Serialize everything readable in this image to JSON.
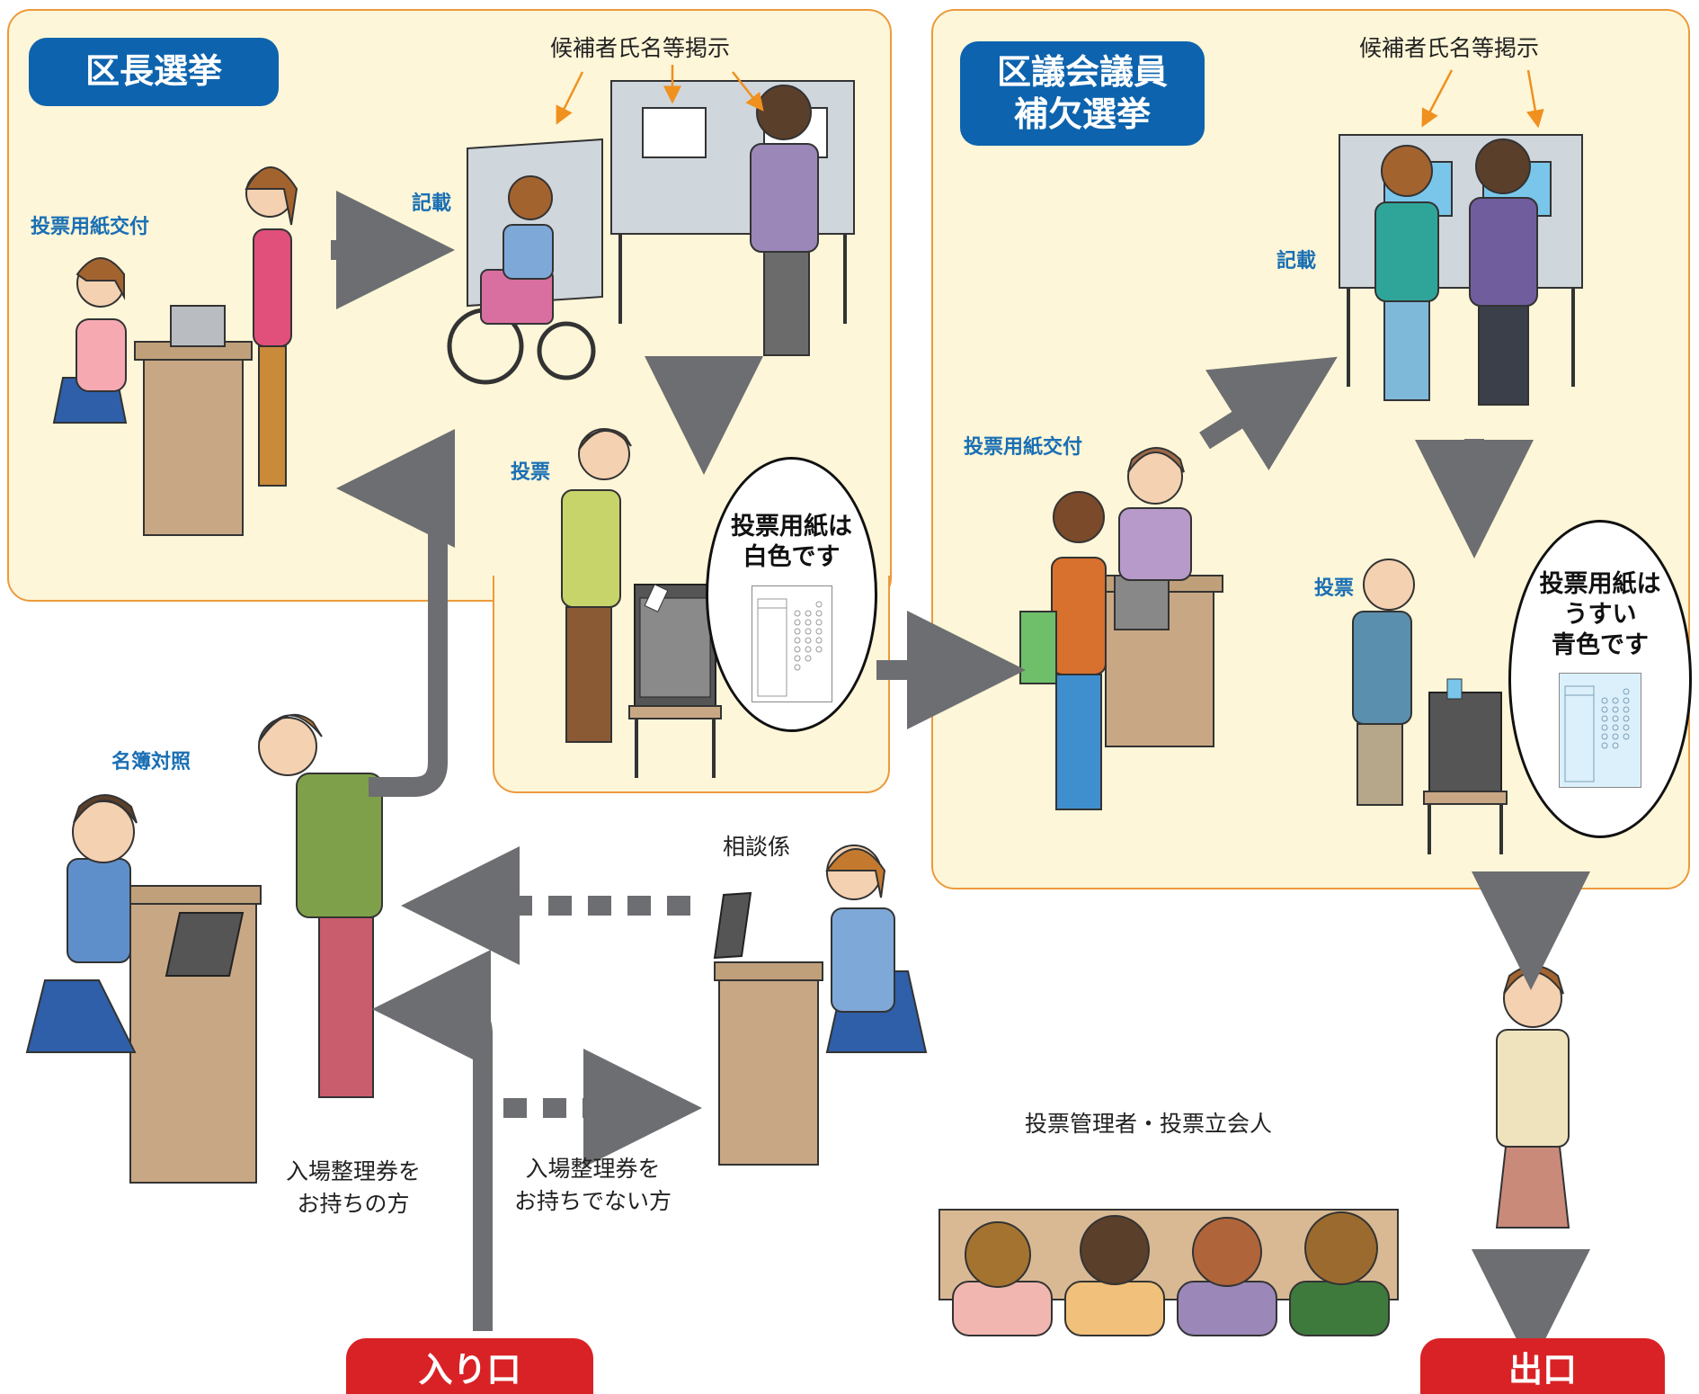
{
  "left_section": {
    "title": "区長選挙",
    "distribution_label": "投票用紙交付",
    "writing_label": "記載",
    "candidate_notice": "候補者氏名等掲示",
    "voting_label": "投票",
    "ballot_note_line1": "投票用紙は",
    "ballot_note_line2": "白色です",
    "ballot_color": "#ffffff"
  },
  "right_section": {
    "title_line1": "区議会議員",
    "title_line2": "補欠選挙",
    "distribution_label": "投票用紙交付",
    "writing_label": "記載",
    "candidate_notice": "候補者氏名等掲示",
    "voting_label": "投票",
    "ballot_note_line1": "投票用紙は",
    "ballot_note_line2": "うすい",
    "ballot_note_line3": "青色です",
    "ballot_color": "#dcf0fb"
  },
  "registry_check_label": "名簿対照",
  "consultation_label": "相談係",
  "with_ticket_line1": "入場整理券を",
  "with_ticket_line2": "お持ちの方",
  "without_ticket_line1": "入場整理券を",
  "without_ticket_line2": "お持ちでない方",
  "officials_label": "投票管理者・投票立会人",
  "entrance_label": "入り口",
  "exit_label": "出口",
  "colors": {
    "zone_fill": "#fdf6d8",
    "zone_border": "#ec9a3c",
    "title_blue": "#0d63ad",
    "label_blue": "#1a6fb4",
    "arrow_gray": "#6d6e71",
    "door_red": "#d92226"
  }
}
